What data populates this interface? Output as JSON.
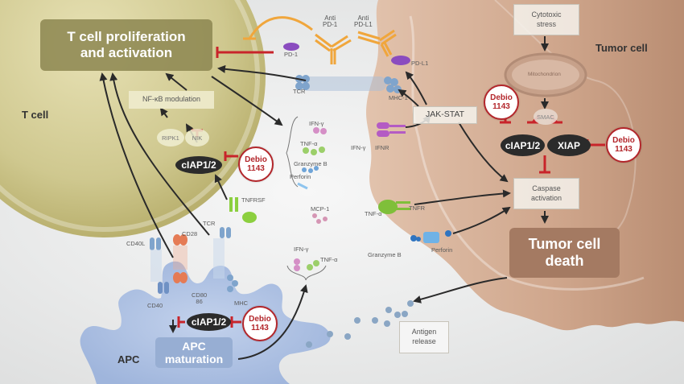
{
  "diagram": {
    "cells": {
      "t_cell": "T cell",
      "tumor_cell": "Tumor cell",
      "apc": "APC"
    },
    "outcome_boxes": {
      "t_cell_activation": [
        "T cell proliferation",
        "and activation"
      ],
      "tumor_death": [
        "Tumor cell",
        "death"
      ],
      "apc_maturation": [
        "APC",
        "maturation"
      ]
    },
    "process_boxes": {
      "nfkb": "NF-κB modulation",
      "cytotoxic_stress": [
        "Cytotoxic",
        "stress"
      ],
      "jak_stat": "JAK-STAT",
      "caspase": [
        "Caspase",
        "activation"
      ],
      "antigen_release": [
        "Antigen",
        "release"
      ]
    },
    "nodes": {
      "ripk1": "RIPK1",
      "nik": "NIK",
      "smac": "SMAC",
      "mitochondrion": "Mitochondrion",
      "ciap_tcell": "cIAP1/2",
      "ciap_tumor": "cIAP1/2",
      "xiap": "XIAP",
      "ciap_apc": "cIAP1/2"
    },
    "drug": {
      "line1": "Debio",
      "line2": "1143",
      "color": "#b3262b"
    },
    "antibodies": {
      "anti_pd1": [
        "Anti",
        "PD-1"
      ],
      "anti_pdl1": [
        "Anti",
        "PD-L1"
      ]
    },
    "receptor_labels": {
      "pd1": "PD-1",
      "pdl1": "PD-L1",
      "tcr_top": "TCR",
      "mhc1": "MHC-1",
      "ifng_ligand": "IFN-γ",
      "ifnr": "IFNR",
      "tnfa_ligand": "TNF-α",
      "tnfr": "TNFR",
      "granzyme_tumor": "Granzyme B",
      "perforin_tumor": "Perforin",
      "tnfrsf": "TNFRSF",
      "tcr_bottom": "TCR",
      "cd28": "CD28",
      "cd40l": "CD40L",
      "cd40": "CD40",
      "cd80_86": [
        "CD80",
        "86"
      ],
      "mhc": "MHC"
    },
    "cytokines": {
      "secreted_tcell": [
        "IFN-γ",
        "TNF-α",
        "Granzyme B",
        "Perforin"
      ],
      "mcp1": "MCP-1",
      "secreted_apc": [
        "IFN-γ",
        "TNF-α"
      ]
    },
    "colors": {
      "t_cell": "#c9c187",
      "tumor_cell": "#c99f86",
      "apc": "#a9bde0",
      "inhibit": "#c8242a",
      "antibody": "#f0a63c",
      "arrow": "#2a2a2a"
    }
  }
}
